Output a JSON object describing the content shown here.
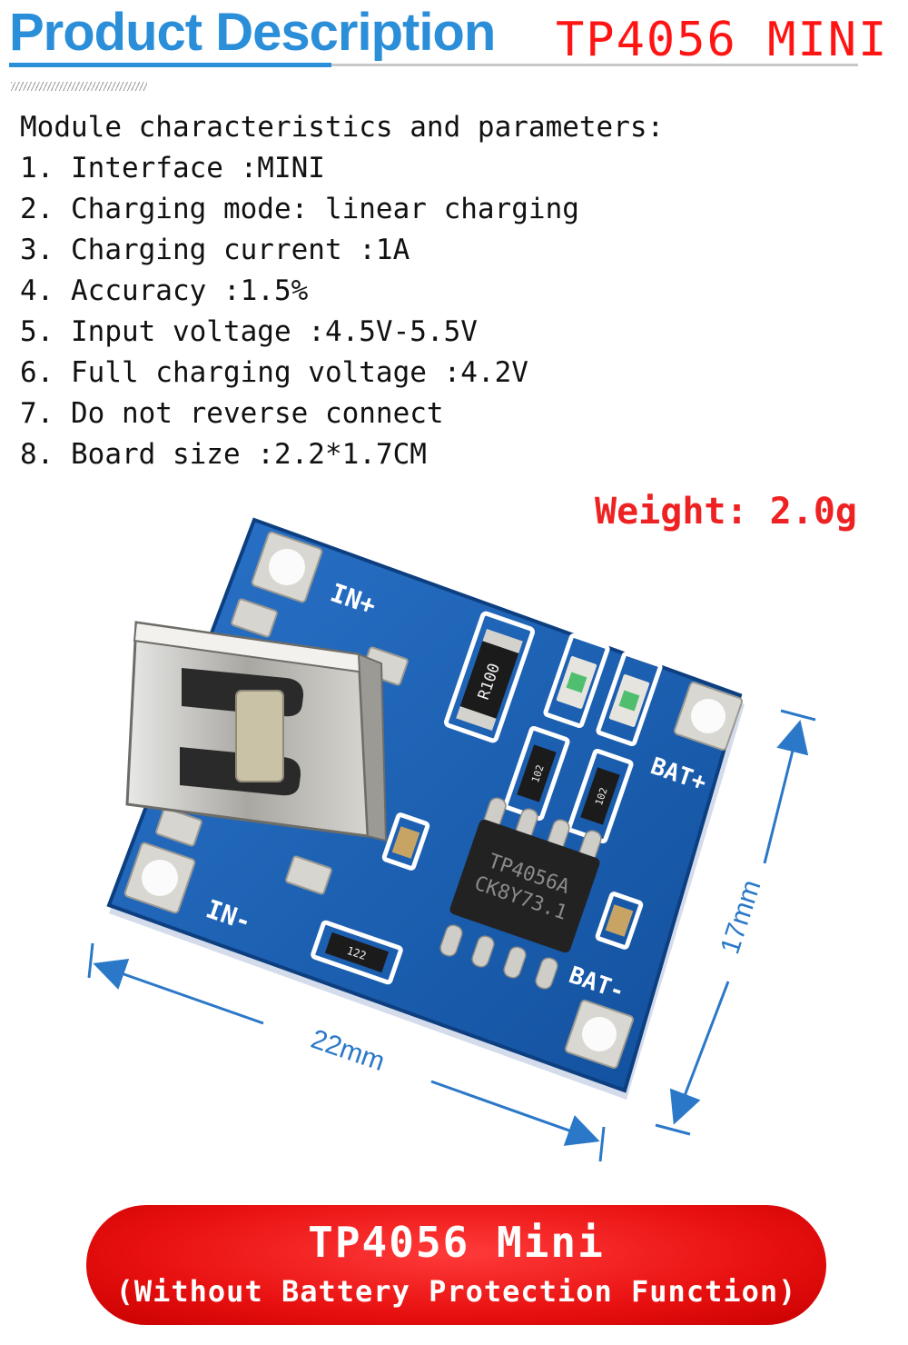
{
  "header": {
    "title": "Product Description",
    "product_code": "TP4056 MINI"
  },
  "specs": {
    "heading": "Module characteristics and parameters:",
    "items": [
      "1. Interface :MINI",
      "2. Charging mode: linear charging",
      "3. Charging current :1A",
      "4. Accuracy :1.5%",
      "5. Input voltage :4.5V-5.5V",
      "6. Full charging voltage :4.2V",
      "7. Do not reverse connect",
      "8. Board size :2.2*1.7CM"
    ]
  },
  "weight": "Weight: 2.0g",
  "board": {
    "labels": {
      "in_plus": "IN+",
      "in_minus": "IN-",
      "bat_plus": "BAT+",
      "bat_minus": "BAT-",
      "resistor": "R100",
      "chip_line1": "TP4056A",
      "chip_line2": "CK8Y73.1",
      "smd_a": "102",
      "smd_b": "102",
      "smd_c": "122"
    },
    "dimensions": {
      "width": "22mm",
      "height": "17mm"
    },
    "colors": {
      "pcb": "#1a5fb4",
      "silkscreen": "#ffffff",
      "dimension": "#2b78c8"
    }
  },
  "footer": {
    "line1": "TP4056 Mini",
    "line2": "(Without Battery Protection Function)"
  },
  "colors": {
    "accent_blue": "#2b8ed8",
    "accent_red": "#ee2222"
  }
}
